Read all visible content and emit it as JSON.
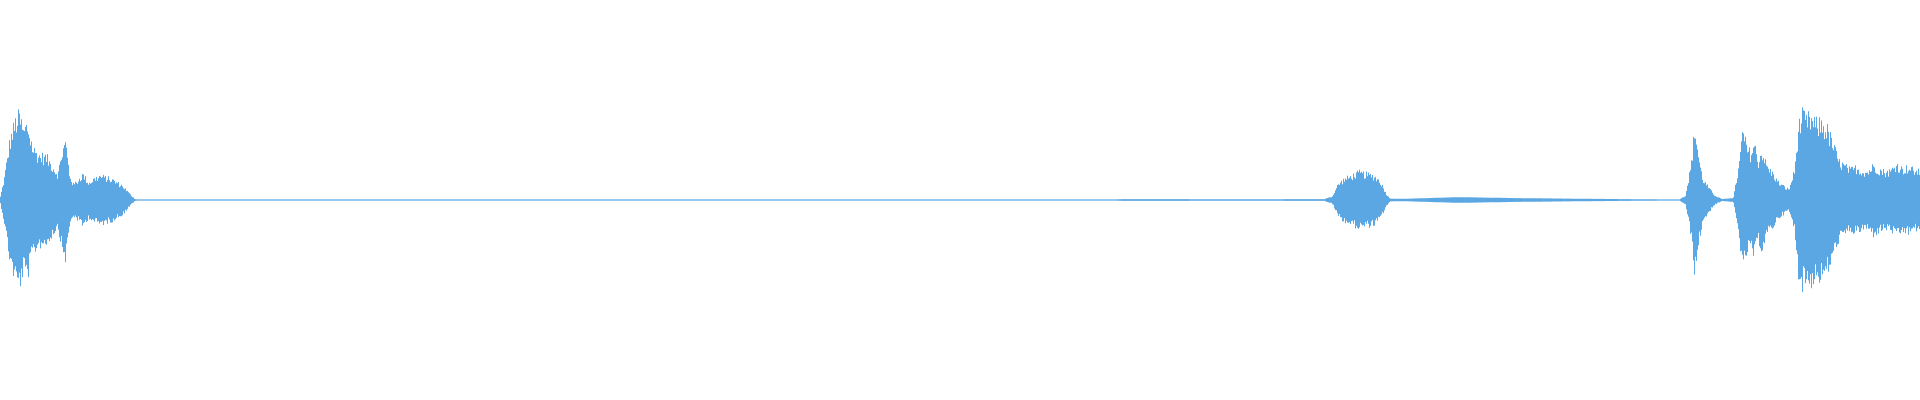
{
  "waveform": {
    "color": "#5ba7e3",
    "background": "#ffffff",
    "amplitude_scale": [
      -1,
      1
    ],
    "duration_fraction_axis": [
      0,
      1
    ],
    "envelope": [
      [
        0.0,
        0.04
      ],
      [
        0.002,
        0.25
      ],
      [
        0.005,
        0.7
      ],
      [
        0.008,
        0.92
      ],
      [
        0.01,
        0.98
      ],
      [
        0.012,
        0.8
      ],
      [
        0.014,
        0.88
      ],
      [
        0.017,
        0.6
      ],
      [
        0.02,
        0.52
      ],
      [
        0.024,
        0.5
      ],
      [
        0.027,
        0.4
      ],
      [
        0.03,
        0.3
      ],
      [
        0.032,
        0.55
      ],
      [
        0.034,
        0.68
      ],
      [
        0.036,
        0.3
      ],
      [
        0.038,
        0.18
      ],
      [
        0.04,
        0.22
      ],
      [
        0.043,
        0.3
      ],
      [
        0.046,
        0.2
      ],
      [
        0.049,
        0.25
      ],
      [
        0.052,
        0.28
      ],
      [
        0.055,
        0.26
      ],
      [
        0.058,
        0.24
      ],
      [
        0.061,
        0.2
      ],
      [
        0.064,
        0.16
      ],
      [
        0.067,
        0.08
      ],
      [
        0.07,
        0.01
      ],
      [
        0.072,
        0.005
      ],
      [
        0.58,
        0.005
      ],
      [
        0.585,
        0.01
      ],
      [
        0.65,
        0.008
      ],
      [
        0.69,
        0.01
      ],
      [
        0.694,
        0.04
      ],
      [
        0.697,
        0.18
      ],
      [
        0.7,
        0.24
      ],
      [
        0.704,
        0.28
      ],
      [
        0.708,
        0.32
      ],
      [
        0.712,
        0.3
      ],
      [
        0.716,
        0.28
      ],
      [
        0.719,
        0.22
      ],
      [
        0.722,
        0.08
      ],
      [
        0.724,
        0.015
      ],
      [
        0.73,
        0.012
      ],
      [
        0.76,
        0.03
      ],
      [
        0.79,
        0.02
      ],
      [
        0.83,
        0.012
      ],
      [
        0.875,
        0.005
      ],
      [
        0.878,
        0.05
      ],
      [
        0.881,
        0.4
      ],
      [
        0.883,
        0.85
      ],
      [
        0.885,
        0.5
      ],
      [
        0.887,
        0.25
      ],
      [
        0.89,
        0.15
      ],
      [
        0.893,
        0.06
      ],
      [
        0.897,
        0.01
      ],
      [
        0.903,
        0.02
      ],
      [
        0.906,
        0.4
      ],
      [
        0.908,
        0.82
      ],
      [
        0.91,
        0.6
      ],
      [
        0.912,
        0.55
      ],
      [
        0.914,
        0.65
      ],
      [
        0.916,
        0.45
      ],
      [
        0.918,
        0.58
      ],
      [
        0.92,
        0.42
      ],
      [
        0.922,
        0.35
      ],
      [
        0.924,
        0.3
      ],
      [
        0.926,
        0.22
      ],
      [
        0.928,
        0.18
      ],
      [
        0.93,
        0.15
      ],
      [
        0.932,
        0.12
      ],
      [
        0.935,
        0.35
      ],
      [
        0.937,
        0.85
      ],
      [
        0.939,
        0.98
      ],
      [
        0.941,
        0.92
      ],
      [
        0.943,
        0.96
      ],
      [
        0.946,
        0.88
      ],
      [
        0.949,
        0.9
      ],
      [
        0.952,
        0.82
      ],
      [
        0.955,
        0.65
      ],
      [
        0.958,
        0.45
      ],
      [
        0.961,
        0.4
      ],
      [
        0.964,
        0.35
      ],
      [
        0.967,
        0.38
      ],
      [
        0.97,
        0.34
      ],
      [
        0.973,
        0.33
      ],
      [
        0.976,
        0.4
      ],
      [
        0.979,
        0.36
      ],
      [
        0.982,
        0.33
      ],
      [
        0.985,
        0.34
      ],
      [
        0.988,
        0.42
      ],
      [
        0.991,
        0.36
      ],
      [
        0.994,
        0.38
      ],
      [
        0.997,
        0.35
      ],
      [
        1.0,
        0.33
      ]
    ]
  }
}
